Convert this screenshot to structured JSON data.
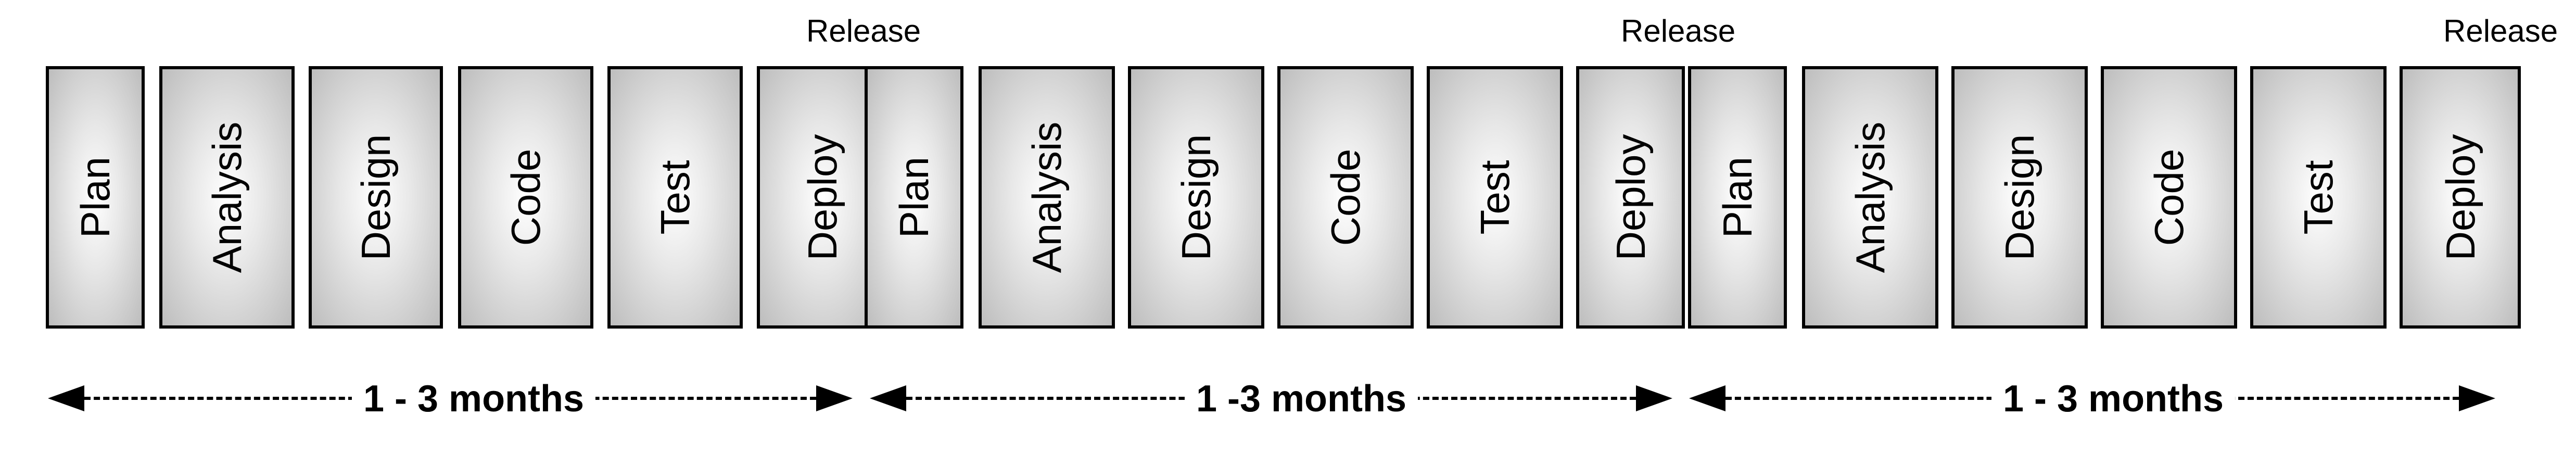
{
  "cycles": [
    {
      "phases": [
        "Plan",
        "Analysis",
        "Design",
        "Code",
        "Test",
        "Deploy"
      ],
      "release_label": "Release",
      "duration_label": "1 - 3 months"
    },
    {
      "phases": [
        "Plan",
        "Analysis",
        "Design",
        "Code",
        "Test",
        "Deploy"
      ],
      "release_label": "Release",
      "duration_label": "1 -3 months"
    },
    {
      "phases": [
        "Plan",
        "Analysis",
        "Design",
        "Code",
        "Test",
        "Deploy"
      ],
      "release_label": "Release",
      "duration_label": "1 - 3 months"
    }
  ]
}
